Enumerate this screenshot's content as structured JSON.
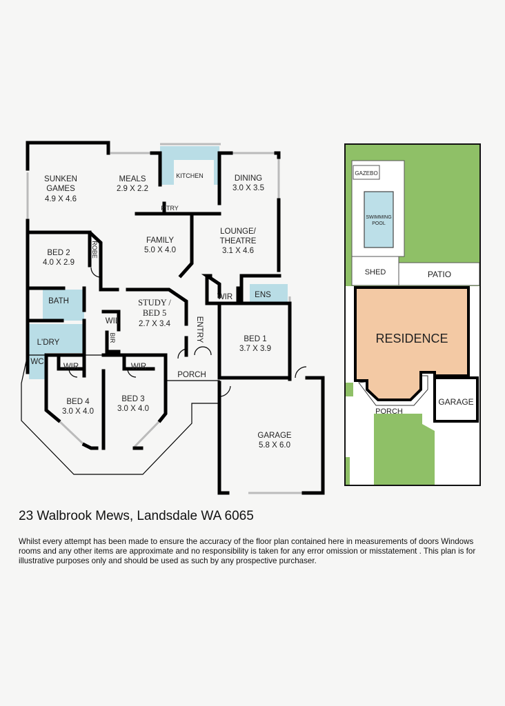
{
  "floor_plan": {
    "rooms": {
      "sunken_games": {
        "name_line1": "SUNKEN",
        "name_line2": "GAMES",
        "size": "4.9 X 4.6"
      },
      "meals": {
        "name": "MEALS",
        "size": "2.9 X 2.2"
      },
      "kitchen": {
        "name": "KITCHEN"
      },
      "pantry": {
        "name": "P'TRY"
      },
      "dining": {
        "name": "DINING",
        "size": "3.0 X 3.5"
      },
      "family": {
        "name": "FAMILY",
        "size": "5.0 X 4.0"
      },
      "lounge": {
        "name_line1": "LOUNGE/",
        "name_line2": "THEATRE",
        "size": "3.1 X 4.6"
      },
      "bed2": {
        "name": "BED 2",
        "size": "4.0 X 2.9"
      },
      "robe": {
        "name": "ROBE"
      },
      "bath": {
        "name": "BATH"
      },
      "laundry": {
        "name": "L'DRY"
      },
      "wc": {
        "name": "WC"
      },
      "wil": {
        "name": "WIL"
      },
      "bir": {
        "name": "BIR"
      },
      "study": {
        "name_line1": "STUDY /",
        "name_line2": "BED 5",
        "size": "2.7 X 3.4"
      },
      "entry": {
        "name": "ENTRY"
      },
      "wir_master": {
        "name": "WIR"
      },
      "ens": {
        "name": "ENS"
      },
      "bed1": {
        "name": "BED 1",
        "size": "3.7 X 3.9"
      },
      "wir_bed4": {
        "name": "WIR"
      },
      "wir_bed3": {
        "name": "WIR"
      },
      "bed4": {
        "name": "BED 4",
        "size": "3.0 X 4.0"
      },
      "bed3": {
        "name": "BED 3",
        "size": "3.0 X 4.0"
      },
      "porch": {
        "name": "PORCH"
      },
      "garage": {
        "name": "GARAGE",
        "size": "5.8 X 6.0"
      }
    }
  },
  "site_plan": {
    "gazebo": "GAZEBO",
    "pool_line1": "SWIMMING",
    "pool_line2": "POOL",
    "shed": "SHED",
    "patio": "PATIO",
    "residence": "RESIDENCE",
    "porch": "PORCH",
    "garage": "GARAGE"
  },
  "colors": {
    "wet_area": "#b9dde6",
    "lawn": "#8fc067",
    "residence": "#f3c9a4",
    "pool": "#bcdfe8"
  },
  "address": "23 Walbrook Mews, Landsdale WA 6065",
  "disclaimer": "Whilst every attempt has been made to ensure the accuracy of the floor plan contained here in measurements of doors Windows rooms and any other items are approximate and no responsibility is taken for any error omission or misstatement . This plan is for illustrative purposes only and should be used as such by any prospective purchaser."
}
